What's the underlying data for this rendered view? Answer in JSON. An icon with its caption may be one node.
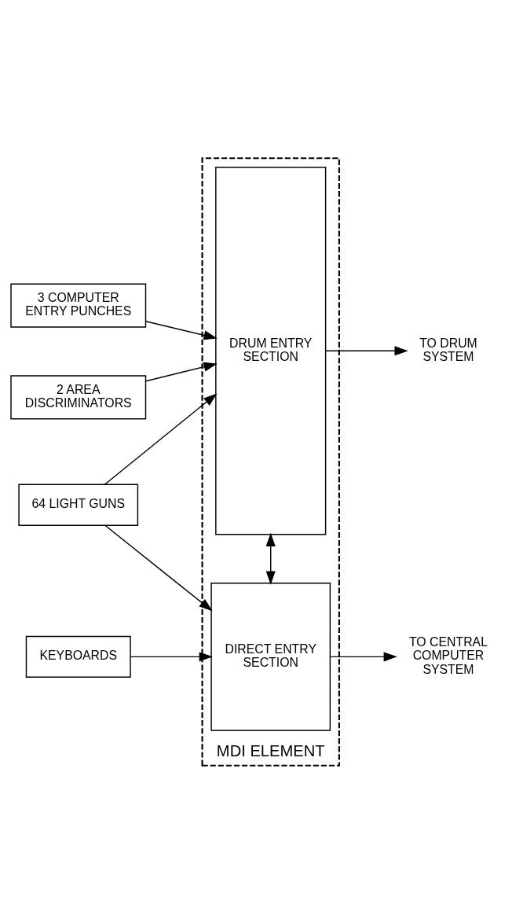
{
  "diagram": {
    "nodes": [
      {
        "text": [
          "MDI ELEMENT"
        ]
      },
      {
        "text": [
          "3 COMPUTER ENTRY PUNCHES"
        ]
      },
      {
        "text": [
          "2 AREA DISCRIMINATORS"
        ]
      },
      {
        "text": [
          "64 LIGHT GUNS"
        ]
      },
      {
        "text": [
          "KEYBOARDS"
        ]
      },
      {
        "text": [
          "DRUM ENTRY SECTION"
        ],
        "in": 0
      },
      {
        "text": [
          "DIRECT ENTRY SECTION"
        ],
        "in": 0
      },
      {
        "text": [
          "TO DRUM SYSTEM"
        ]
      },
      {
        "text": [
          "TO CENTRAL COMPUTER SYSTEM"
        ]
      }
    ],
    "edges": [
      {
        "from": 1,
        "to": 5,
        "arrow": "to"
      },
      {
        "from": 2,
        "to": 5,
        "arrow": "to"
      },
      {
        "from": 3,
        "to": 5,
        "arrow": "to"
      },
      {
        "from": 3,
        "to": 6,
        "arrow": "to"
      },
      {
        "from": 4,
        "to": 6,
        "arrow": "to"
      },
      {
        "from": 5,
        "to": 6,
        "arrow": "both"
      },
      {
        "from": 5,
        "to": 7,
        "arrow": "to"
      },
      {
        "from": 6,
        "to": 8,
        "arrow": "to"
      }
    ]
  }
}
